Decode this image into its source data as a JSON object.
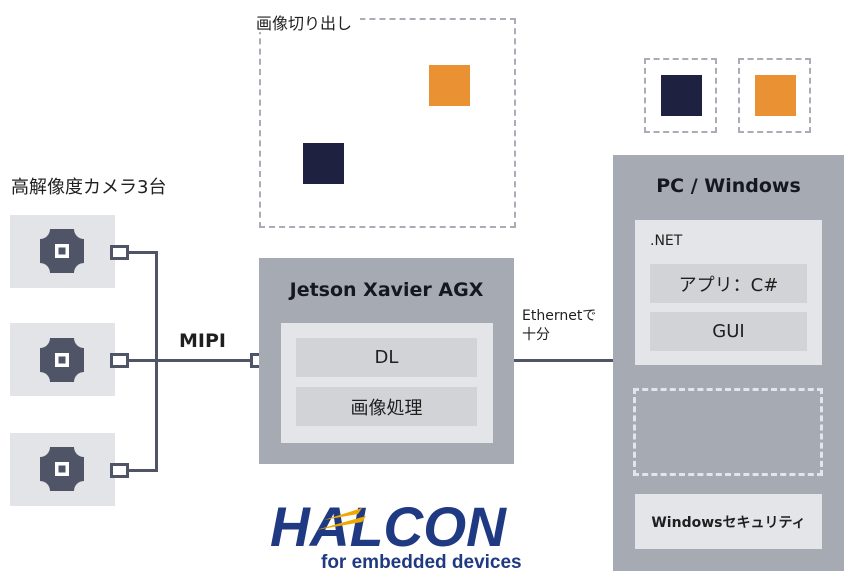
{
  "crop": {
    "label": "画像切り出し"
  },
  "cameras": {
    "title": "高解像度カメラ3台",
    "count": 3
  },
  "link": {
    "mipi_label": "MIPI",
    "ethernet_label_line1": "Ethernetで",
    "ethernet_label_line2": "十分"
  },
  "jetson": {
    "title": "Jetson Xavier AGX",
    "items": [
      "DL",
      "画像処理"
    ]
  },
  "pc": {
    "title": "PC / Windows",
    "net_label": ".NET",
    "items": [
      "アプリ：C#",
      "GUI"
    ],
    "security_label": "Windowsセキュリティ"
  },
  "logo": {
    "wordmark": "HALCON",
    "subtitle": "for embedded devices"
  },
  "colors": {
    "navy": "#1e2140",
    "orange": "#ea9133",
    "panel_gray": "#a6aab3",
    "panel_light": "#e4e5e8",
    "wire": "#4f5566",
    "logo_blue": "#1f3a82",
    "logo_orange": "#f0a800"
  }
}
